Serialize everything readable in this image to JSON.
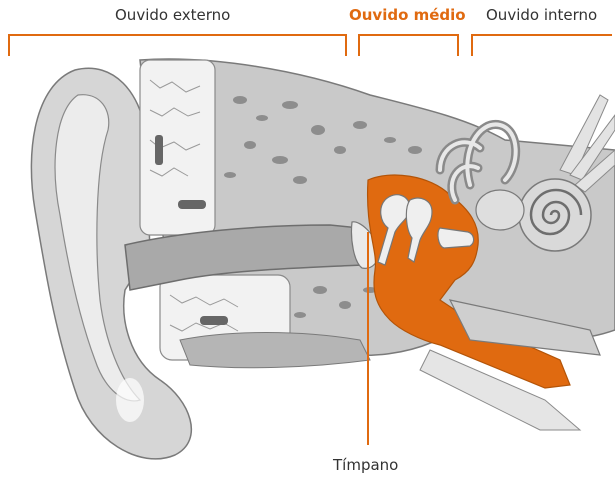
{
  "labels": {
    "outer_ear": "Ouvido externo",
    "middle_ear": "Ouvido médio",
    "inner_ear": "Ouvido interno",
    "eardrum": "Tímpano"
  },
  "colors": {
    "accent": "#E06A10",
    "bone_gray": "#9a9a9a",
    "light_gray": "#d9d9d9",
    "dark_gray": "#6e6e6e",
    "text": "#333333"
  }
}
